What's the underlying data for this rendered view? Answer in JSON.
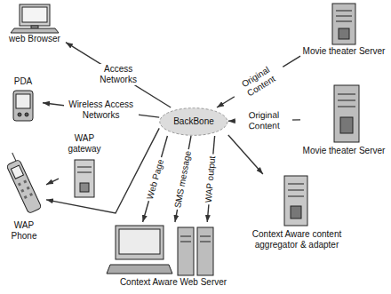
{
  "diagram": {
    "nodes": [
      {
        "text": [
          "web Browser"
        ]
      },
      {
        "text": [
          "PDA"
        ]
      },
      {
        "text": [
          "WAP Phone"
        ]
      },
      {
        "text": [
          "WAP gateway"
        ]
      },
      {
        "text": [
          "BackBone"
        ]
      },
      {
        "text": [
          "Movie theater Server"
        ]
      },
      {
        "text": [
          "Movie theater Server"
        ]
      },
      {
        "text": [
          "Context Aware content aggregator & adapter"
        ]
      },
      {
        "text": [
          "Context Aware Web Server"
        ]
      }
    ],
    "edges": [
      {
        "from": 4,
        "to": 0,
        "arrow": "to",
        "label": "Access Networks"
      },
      {
        "from": 4,
        "to": 1,
        "arrow": "to",
        "label": "Wireless Access Networks"
      },
      {
        "from": 4,
        "to": 2,
        "arrow": "to"
      },
      {
        "from": 3,
        "to": 2,
        "arrow": "to"
      },
      {
        "from": 5,
        "to": 4,
        "arrow": "to",
        "label": "Original Content"
      },
      {
        "from": 6,
        "to": 4,
        "arrow": "to",
        "label": "Original Content"
      },
      {
        "from": 4,
        "to": 8,
        "arrow": "to",
        "label": "Web Page"
      },
      {
        "from": 4,
        "to": 8,
        "arrow": "to",
        "label": "SMS message"
      },
      {
        "from": 4,
        "to": 8,
        "arrow": "to",
        "label": "WAP output"
      },
      {
        "from": 4,
        "to": 7,
        "arrow": "to"
      }
    ]
  }
}
